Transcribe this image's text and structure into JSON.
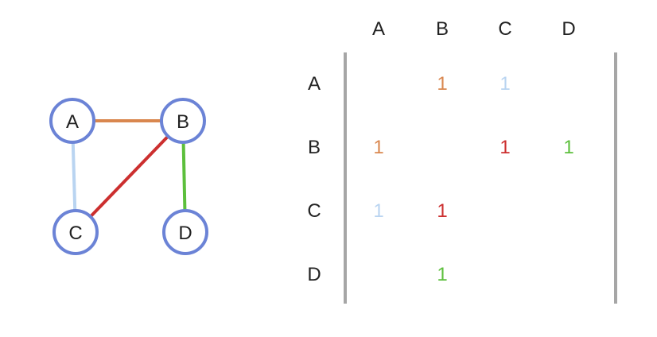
{
  "colors": {
    "node_stroke": "#6b83d6",
    "node_fill": "#ffffff",
    "matrix_bracket": "#a6a6a6",
    "edge_ab": "#d9874f",
    "edge_ac": "#b9d4f1",
    "edge_bc": "#cc2f2f",
    "edge_bd": "#5cbf3c"
  },
  "graph": {
    "nodes": [
      "A",
      "B",
      "C",
      "D"
    ],
    "edges": [
      {
        "from": "A",
        "to": "B",
        "color": "#d9874f"
      },
      {
        "from": "A",
        "to": "C",
        "color": "#b9d4f1"
      },
      {
        "from": "B",
        "to": "C",
        "color": "#cc2f2f"
      },
      {
        "from": "B",
        "to": "D",
        "color": "#5cbf3c"
      }
    ]
  },
  "matrix": {
    "columns": [
      "A",
      "B",
      "C",
      "D"
    ],
    "rows": [
      "A",
      "B",
      "C",
      "D"
    ],
    "cells": [
      {
        "row": 0,
        "col": 1,
        "value": "1",
        "color": "#d9874f"
      },
      {
        "row": 0,
        "col": 2,
        "value": "1",
        "color": "#b9d4f1"
      },
      {
        "row": 1,
        "col": 0,
        "value": "1",
        "color": "#d9874f"
      },
      {
        "row": 1,
        "col": 2,
        "value": "1",
        "color": "#cc2f2f"
      },
      {
        "row": 1,
        "col": 3,
        "value": "1",
        "color": "#5cbf3c"
      },
      {
        "row": 2,
        "col": 0,
        "value": "1",
        "color": "#b9d4f1"
      },
      {
        "row": 2,
        "col": 1,
        "value": "1",
        "color": "#cc2f2f"
      },
      {
        "row": 3,
        "col": 1,
        "value": "1",
        "color": "#5cbf3c"
      }
    ]
  }
}
